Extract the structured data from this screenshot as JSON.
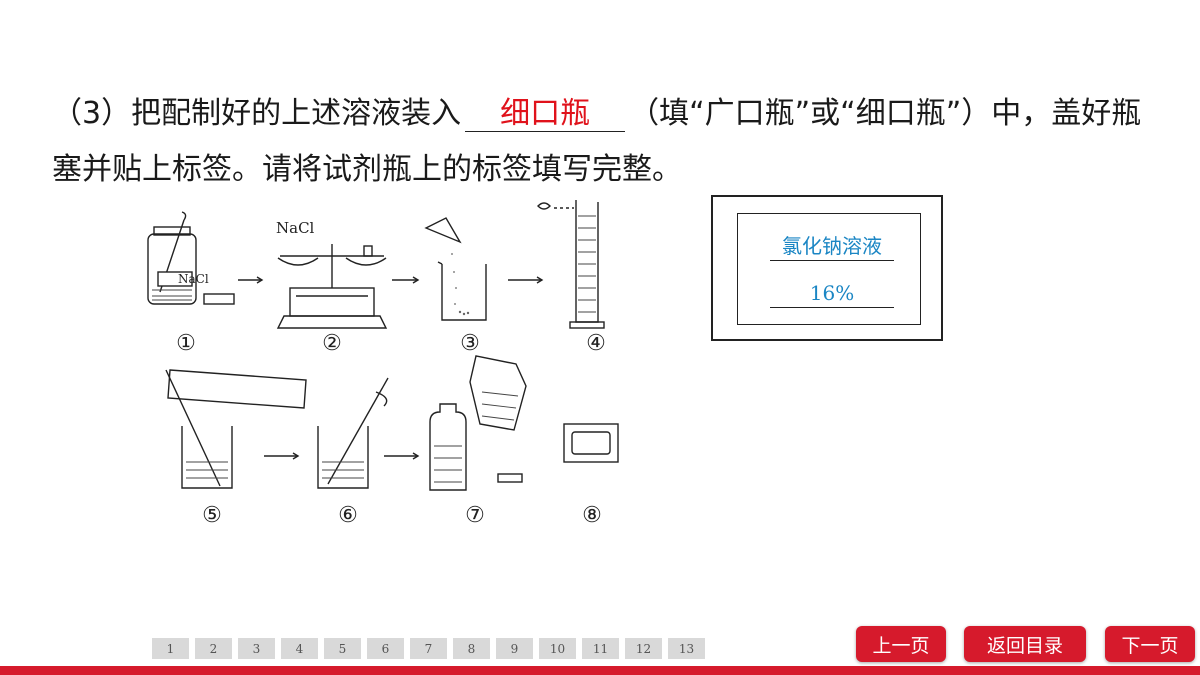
{
  "question": {
    "part1": "（3）把配制好的上述溶液装入",
    "answer": "细口瓶",
    "part2": "（填“广口瓶”或“细口瓶”）中，盖好瓶塞并贴上标签。请将试剂瓶上的标签填写完整。"
  },
  "figure": {
    "reagent_text": "NaCl",
    "balance_text": "NaCl",
    "step_numbers": [
      "①",
      "②",
      "③",
      "④",
      "⑤",
      "⑥",
      "⑦",
      "⑧"
    ]
  },
  "reagent_label": {
    "name": "氯化钠溶液",
    "concentration": "16%"
  },
  "pagination": {
    "pages": [
      "1",
      "2",
      "3",
      "4",
      "5",
      "6",
      "7",
      "8",
      "9",
      "10",
      "11",
      "12",
      "13"
    ]
  },
  "nav": {
    "prev": "上一页",
    "toc": "返回目录",
    "next": "下一页"
  },
  "colors": {
    "accent": "#d61a2c",
    "answer": "#e0121b",
    "label_text": "#1b86c4"
  }
}
